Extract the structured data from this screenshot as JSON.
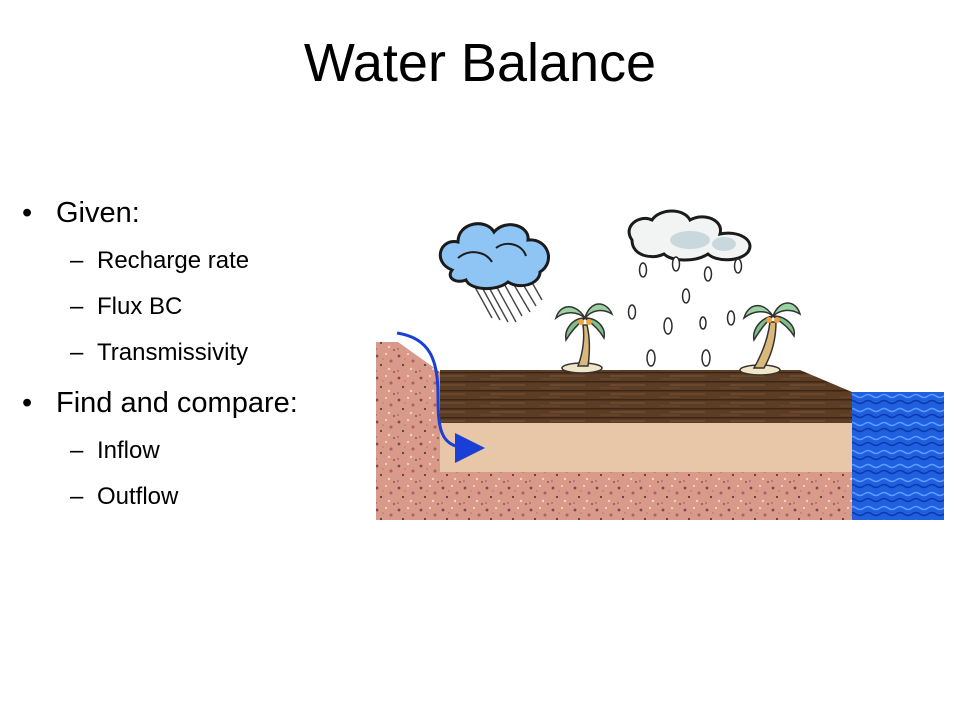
{
  "slide": {
    "title": "Water Balance",
    "bullets": [
      {
        "label": "Given:",
        "items": [
          "Recharge rate",
          "Flux BC",
          "Transmissivity"
        ]
      },
      {
        "label": "Find and compare:",
        "items": [
          "Inflow",
          "Outflow"
        ]
      }
    ],
    "bullet_glyph": "•",
    "sub_glyph": "–"
  },
  "illustration": {
    "icons": [
      "rain-cloud-icon",
      "cloud-icon",
      "palm-tree-icon",
      "water-icon",
      "flow-arrow-icon"
    ],
    "colors": {
      "soil_top": "#5a3b22",
      "sand_layer": "#e8c6a8",
      "granite": "#d99a8a",
      "water": "#1f5fe0",
      "arrow": "#1a3fd6",
      "rain_cloud": "#8ec5f4"
    }
  }
}
